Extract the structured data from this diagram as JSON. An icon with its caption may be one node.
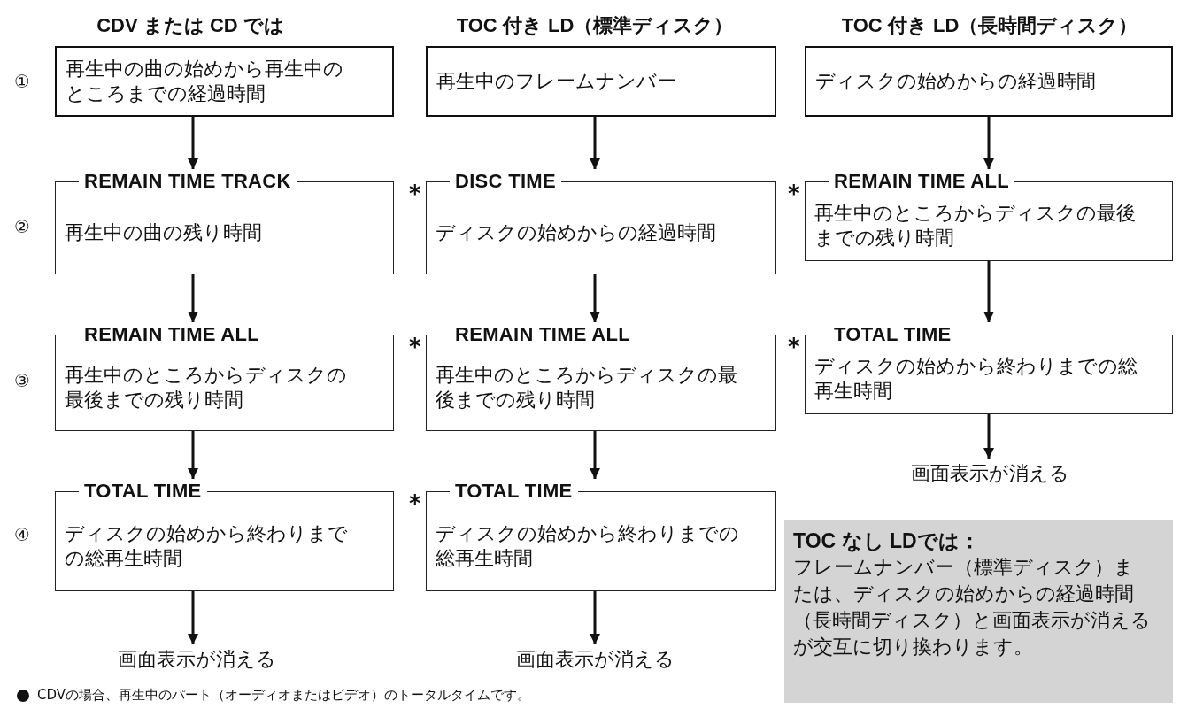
{
  "diagram": {
    "nodes": [
      {
        "text": [
          "再生中の曲の始めから再生中のところまでの経過時間"
        ]
      },
      {
        "text": [
          "REMAIN TIME TRACK",
          "再生中の曲の残り時間"
        ]
      },
      {
        "text": [
          "REMAIN TIME ALL",
          "再生中のところからディスクの最後までの残り時間"
        ]
      },
      {
        "text": [
          "TOTAL TIME",
          "ディスクの始めから終わりまでの総再生時間"
        ]
      },
      {
        "text": [
          "画面表示が消える"
        ]
      },
      {
        "text": [
          "再生中のフレームナンバー"
        ]
      },
      {
        "text": [
          "DISC TIME",
          "ディスクの始めからの経過時間"
        ],
        "beside": [
          "*"
        ]
      },
      {
        "text": [
          "REMAIN TIME ALL",
          "再生中のところからディスクの最後までの残り時間"
        ],
        "beside": [
          "*"
        ]
      },
      {
        "text": [
          "TOTAL TIME",
          "ディスクの始めから終わりまでの総再生時間"
        ],
        "beside": [
          "*"
        ]
      },
      {
        "text": [
          "画面表示が消える"
        ]
      },
      {
        "text": [
          "ディスクの始めからの経過時間"
        ]
      },
      {
        "text": [
          "REMAIN TIME ALL",
          "再生中のところからディスクの最後までの残り時間"
        ],
        "beside": [
          "*"
        ]
      },
      {
        "text": [
          "TOTAL TIME",
          "ディスクの始めから終わりまでの総再生時間"
        ],
        "beside": [
          "*"
        ]
      },
      {
        "text": [
          "画面表示が消える"
        ]
      },
      {
        "text": [
          "TOC なし LDでは：",
          "フレームナンバー（標準ディスク）または、ディスクの始めからの経過時間（長時間ディスク）と画面表示が消えるが交互に切り換わります。"
        ]
      }
    ],
    "edges": [
      {
        "from": 0,
        "to": 1,
        "arrow": "to"
      },
      {
        "from": 1,
        "to": 2,
        "arrow": "to"
      },
      {
        "from": 2,
        "to": 3,
        "arrow": "to"
      },
      {
        "from": 3,
        "to": 4,
        "arrow": "to"
      },
      {
        "from": 5,
        "to": 6,
        "arrow": "to"
      },
      {
        "from": 6,
        "to": 7,
        "arrow": "to"
      },
      {
        "from": 7,
        "to": 8,
        "arrow": "to"
      },
      {
        "from": 8,
        "to": 9,
        "arrow": "to"
      },
      {
        "from": 10,
        "to": 11,
        "arrow": "to"
      },
      {
        "from": 11,
        "to": 12,
        "arrow": "to"
      },
      {
        "from": 12,
        "to": 13,
        "arrow": "to"
      }
    ],
    "labels": [
      "CDV または CD では",
      "TOC 付き LD（標準ディスク）",
      "TOC 付き LD（長時間ディスク）",
      "①",
      "②",
      "③",
      "④",
      "CDVの場合、再生中のパート（オーディオまたはビデオ）のトータルタイムです。"
    ]
  }
}
